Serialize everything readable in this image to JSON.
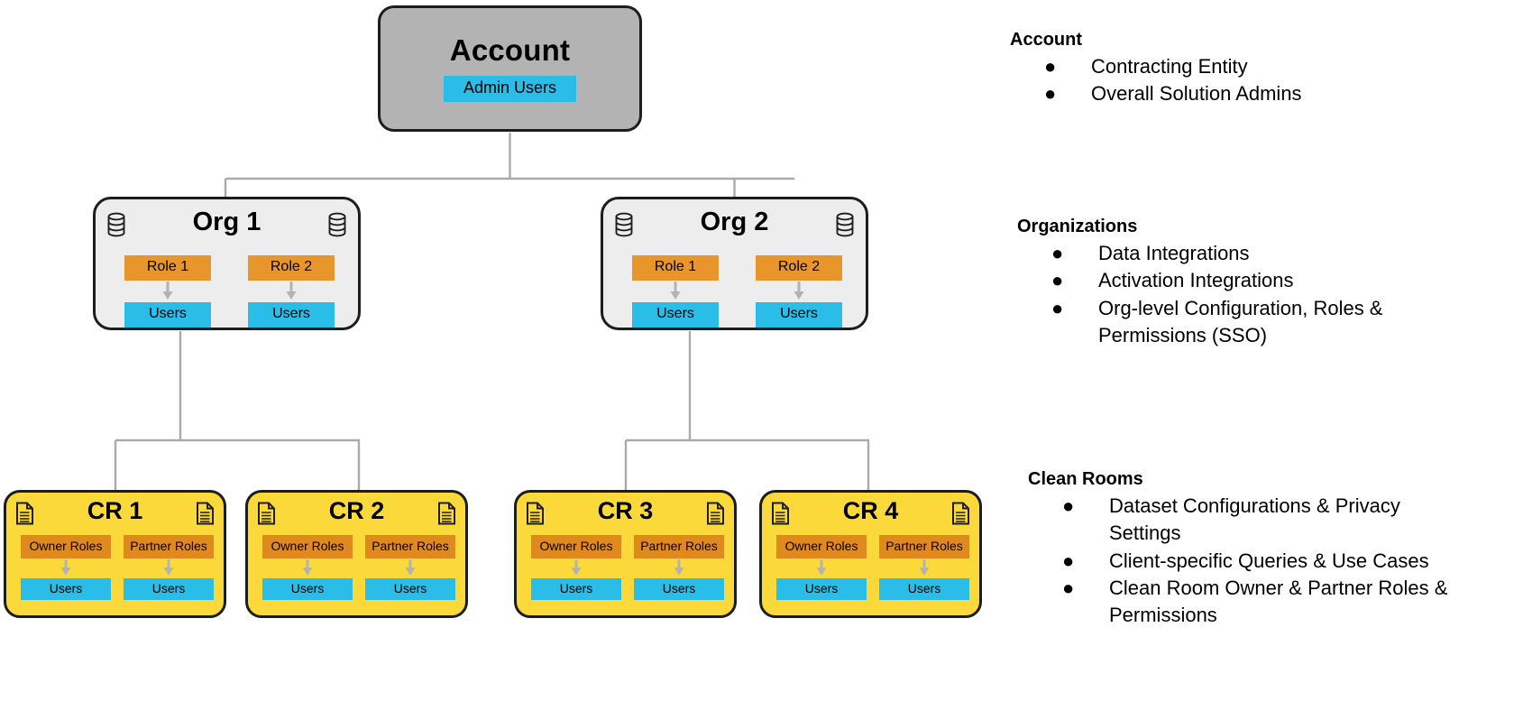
{
  "diagram": {
    "account": {
      "title": "Account",
      "chip_label": "Admin Users",
      "icons": []
    },
    "orgs": [
      {
        "title": "Org 1",
        "icons": [
          "database-icon",
          "database-icon"
        ],
        "columns": [
          {
            "role": "Role 1",
            "users": "Users"
          },
          {
            "role": "Role 2",
            "users": "Users"
          }
        ]
      },
      {
        "title": "Org 2",
        "icons": [
          "database-icon",
          "database-icon"
        ],
        "columns": [
          {
            "role": "Role 1",
            "users": "Users"
          },
          {
            "role": "Role 2",
            "users": "Users"
          }
        ]
      }
    ],
    "clean_rooms": [
      {
        "title": "CR 1",
        "icons": [
          "document-icon",
          "document-icon"
        ],
        "columns": [
          {
            "role": "Owner Roles",
            "users": "Users"
          },
          {
            "role": "Partner Roles",
            "users": "Users"
          }
        ]
      },
      {
        "title": "CR 2",
        "icons": [
          "document-icon",
          "document-icon"
        ],
        "columns": [
          {
            "role": "Owner Roles",
            "users": "Users"
          },
          {
            "role": "Partner Roles",
            "users": "Users"
          }
        ]
      },
      {
        "title": "CR 3",
        "icons": [
          "document-icon",
          "document-icon"
        ],
        "columns": [
          {
            "role": "Owner Roles",
            "users": "Users"
          },
          {
            "role": "Partner Roles",
            "users": "Users"
          }
        ]
      },
      {
        "title": "CR 4",
        "icons": [
          "document-icon",
          "document-icon"
        ],
        "columns": [
          {
            "role": "Owner Roles",
            "users": "Users"
          },
          {
            "role": "Partner Roles",
            "users": "Users"
          }
        ]
      }
    ]
  },
  "legend": {
    "account": {
      "heading": "Account",
      "items": [
        "Contracting Entity",
        "Overall Solution Admins"
      ]
    },
    "organizations": {
      "heading": "Organizations",
      "items": [
        "Data Integrations",
        "Activation Integrations",
        "Org-level Configuration, Roles & Permissions (SSO)"
      ]
    },
    "clean_rooms": {
      "heading": "Clean Rooms",
      "items": [
        "Dataset Configurations & Privacy Settings",
        "Client-specific Queries & Use Cases",
        "Clean Room Owner & Partner Roles & Permissions"
      ]
    },
    "bullet_glyph": "●"
  },
  "colors": {
    "account_fill": "#b3b3b3",
    "org_fill": "#ededed",
    "clean_room_fill": "#fcd93a",
    "role_chip": "#e8962b",
    "cr_role_chip": "#e08a1e",
    "users_chip": "#29bde8",
    "node_border": "#1d1d1d",
    "connector": "#aaaaaa",
    "arrow": "#b3b3b3"
  }
}
